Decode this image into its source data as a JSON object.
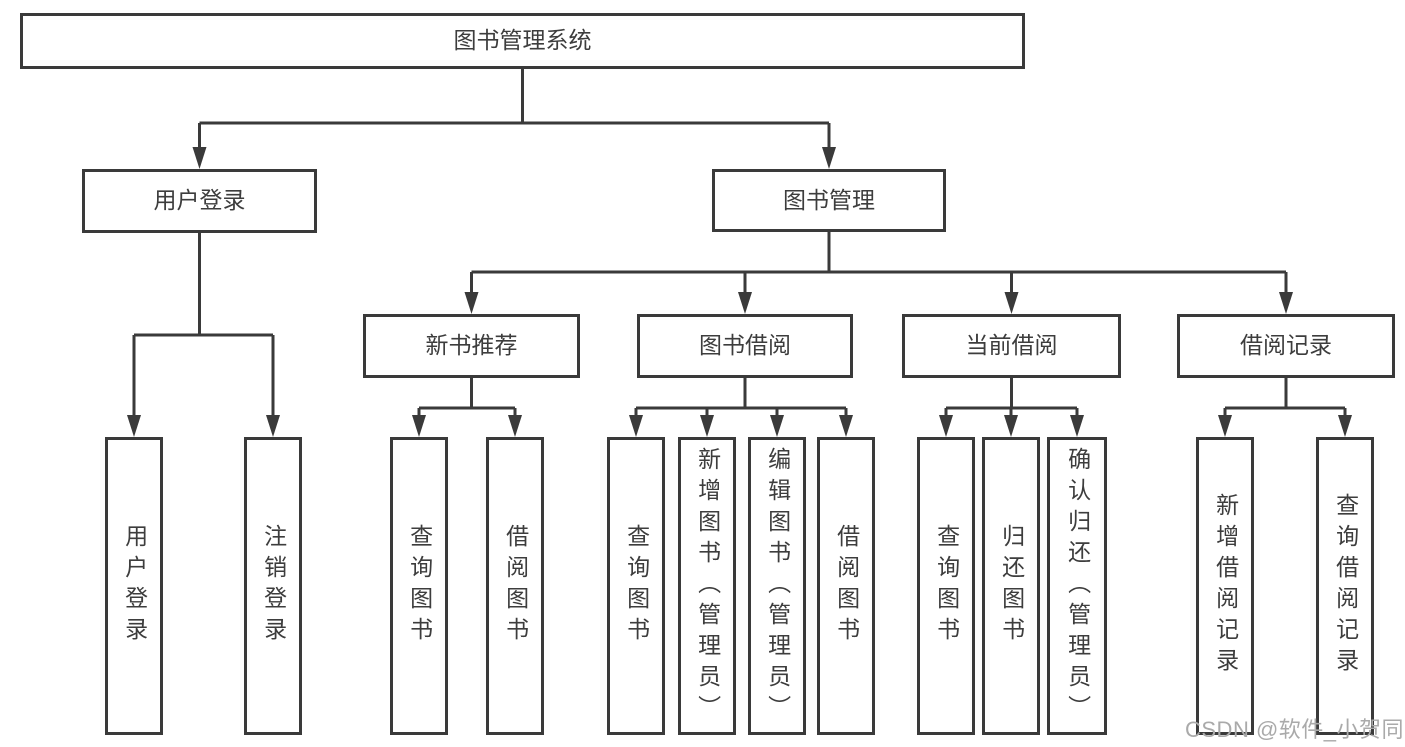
{
  "tree": {
    "label": "图书管理系统",
    "children": [
      {
        "label": "用户登录",
        "children": [
          {
            "label": "用户登录"
          },
          {
            "label": "注销登录"
          }
        ]
      },
      {
        "label": "图书管理",
        "children": [
          {
            "label": "新书推荐",
            "children": [
              {
                "label": "查询图书"
              },
              {
                "label": "借阅图书"
              }
            ]
          },
          {
            "label": "图书借阅",
            "children": [
              {
                "label": "查询图书"
              },
              {
                "label": "新增图书（管理员）"
              },
              {
                "label": "编辑图书（管理员）"
              },
              {
                "label": "借阅图书"
              }
            ]
          },
          {
            "label": "当前借阅",
            "children": [
              {
                "label": "查询图书"
              },
              {
                "label": "归还图书"
              },
              {
                "label": "确认归还（管理员）"
              }
            ]
          },
          {
            "label": "借阅记录",
            "children": [
              {
                "label": "新增借阅记录"
              },
              {
                "label": "查询借阅记录"
              }
            ]
          }
        ]
      }
    ]
  },
  "watermark": "CSDN @软件_小贺同学",
  "colors": {
    "line": "#3a3a3a",
    "text": "#3d3d3d",
    "watermark": "#aaaaaa",
    "background": "#ffffff"
  }
}
